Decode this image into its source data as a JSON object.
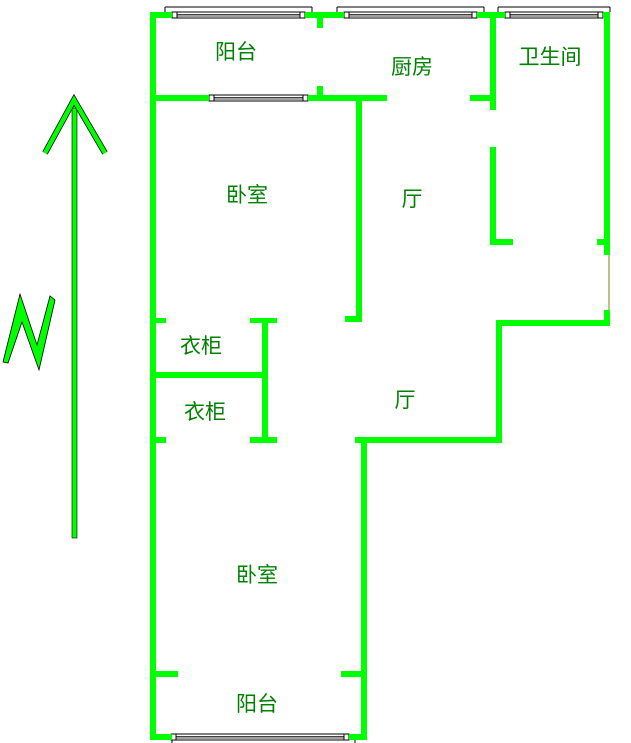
{
  "colors": {
    "wall": "#00ff00",
    "outline": "#000000",
    "text": "#008000"
  },
  "rooms": {
    "balcony_top": "阳台",
    "kitchen": "厨房",
    "bathroom": "卫生间",
    "bedroom_upper": "卧室",
    "hall_upper": "厅",
    "wardrobe_upper": "衣柜",
    "wardrobe_lower": "衣柜",
    "hall_lower": "厅",
    "bedroom_lower": "卧室",
    "balcony_bottom": "阳台"
  },
  "compass": {
    "icon": "north-arrow-icon"
  }
}
